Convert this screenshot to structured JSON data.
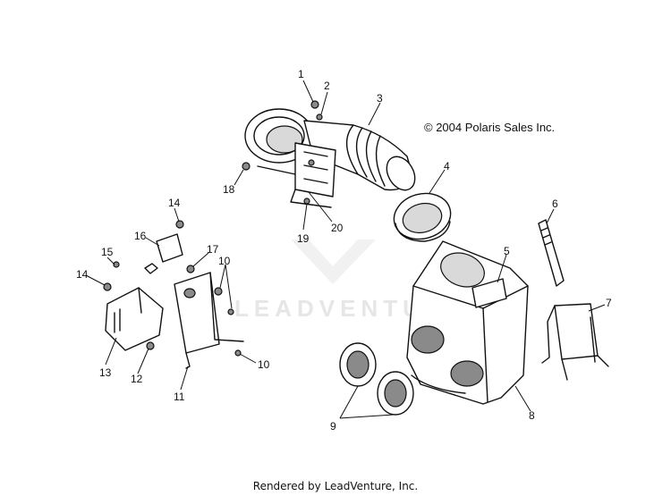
{
  "copyright": "© 2004 Polaris Sales Inc.",
  "watermark": "LEADVENTURE",
  "footer": "Rendered by LeadVenture, Inc.",
  "callouts": [
    {
      "id": "1",
      "text": "1"
    },
    {
      "id": "2",
      "text": "2"
    },
    {
      "id": "3",
      "text": "3"
    },
    {
      "id": "4",
      "text": "4"
    },
    {
      "id": "5",
      "text": "5"
    },
    {
      "id": "6",
      "text": "6"
    },
    {
      "id": "7",
      "text": "7"
    },
    {
      "id": "8",
      "text": "8"
    },
    {
      "id": "9",
      "text": "9"
    },
    {
      "id": "10a",
      "text": "10"
    },
    {
      "id": "10b",
      "text": "10"
    },
    {
      "id": "11",
      "text": "11"
    },
    {
      "id": "12",
      "text": "12"
    },
    {
      "id": "13",
      "text": "13"
    },
    {
      "id": "14a",
      "text": "14"
    },
    {
      "id": "14b",
      "text": "14"
    },
    {
      "id": "15",
      "text": "15"
    },
    {
      "id": "16",
      "text": "16"
    },
    {
      "id": "17",
      "text": "17"
    },
    {
      "id": "18",
      "text": "18"
    },
    {
      "id": "19",
      "text": "19"
    },
    {
      "id": "20",
      "text": "20"
    }
  ]
}
